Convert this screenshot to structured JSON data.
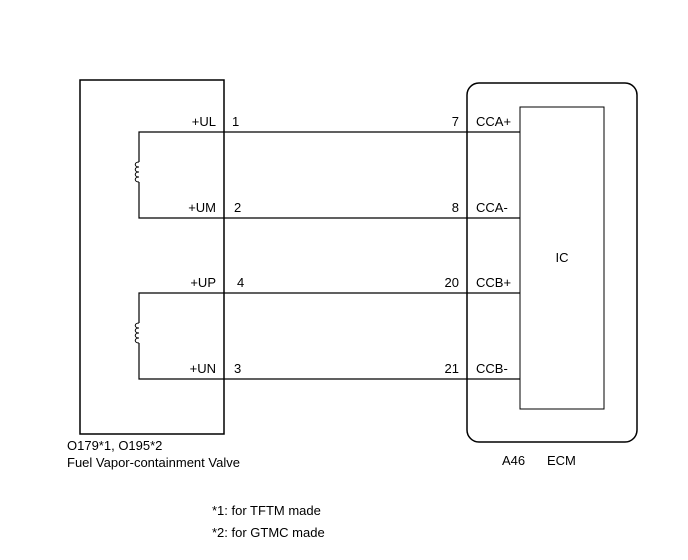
{
  "left_component": {
    "codes": "O179*1, O195*2",
    "name": "Fuel Vapor-containment Valve"
  },
  "right_component": {
    "connector": "A46",
    "name": "ECM",
    "ic_label": "IC"
  },
  "wires": [
    {
      "left_label": "+UL",
      "left_pin": "1",
      "right_pin": "7",
      "right_label": "CCA+"
    },
    {
      "left_label": "+UM",
      "left_pin": "2",
      "right_pin": "8",
      "right_label": "CCA-"
    },
    {
      "left_label": "+UP",
      "left_pin": "4",
      "right_pin": "20",
      "right_label": "CCB+"
    },
    {
      "left_label": "+UN",
      "left_pin": "3",
      "right_pin": "21",
      "right_label": "CCB-"
    }
  ],
  "footnotes": [
    "*1: for TFTM made",
    "*2: for GTMC made"
  ]
}
